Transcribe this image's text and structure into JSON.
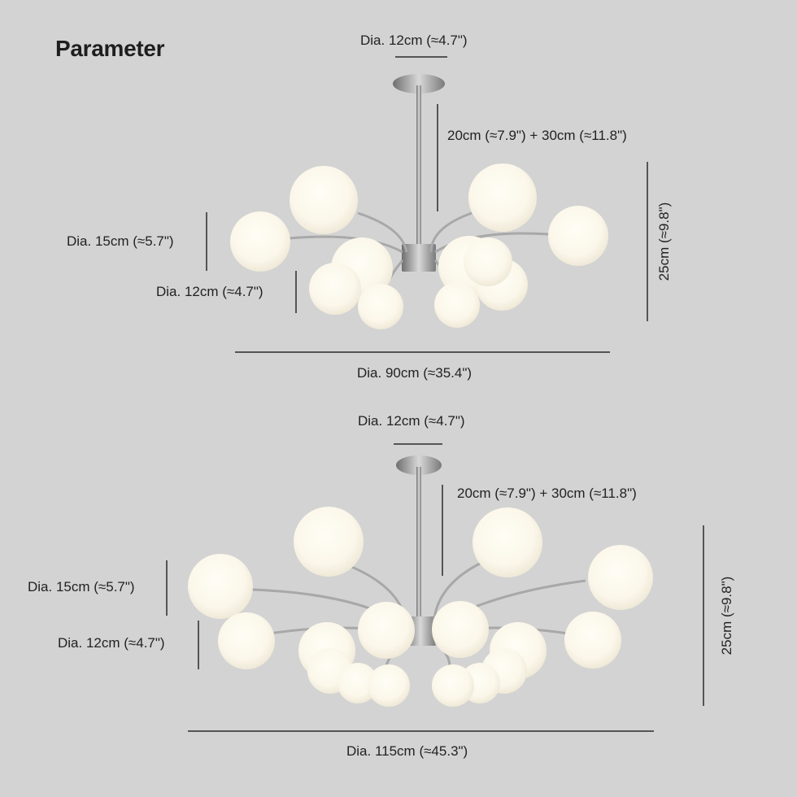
{
  "title": "Parameter",
  "top_diagram": {
    "canopy_dia": "Dia. 12cm (≈4.7\")",
    "rod_length": "20cm (≈7.9\") + 30cm (≈11.8\")",
    "large_globe_dia": "Dia. 15cm (≈5.7\")",
    "small_globe_dia": "Dia. 12cm (≈4.7\")",
    "height": "25cm (≈9.8\")",
    "overall_dia": "Dia. 90cm (≈35.4\")"
  },
  "bottom_diagram": {
    "canopy_dia": "Dia. 12cm (≈4.7\")",
    "rod_length": "20cm (≈7.9\") + 30cm (≈11.8\")",
    "large_globe_dia": "Dia. 15cm (≈5.7\")",
    "small_globe_dia": "Dia. 12cm (≈4.7\")",
    "height": "25cm (≈9.8\")",
    "overall_dia": "Dia. 115cm (≈45.3\")"
  },
  "colors": {
    "background": "#d3d3d3",
    "dimension_line": "#555555",
    "globe": "#fbf8ee",
    "chrome": "#9a9a9a"
  }
}
